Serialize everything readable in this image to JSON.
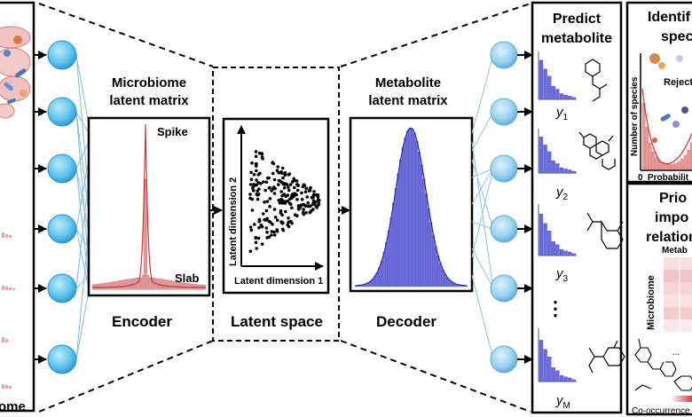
{
  "left_panel": {
    "label_partial": "ome"
  },
  "encoder": {
    "title_line1": "Microbiome",
    "title_line2": "latent matrix",
    "spike_label": "Spike",
    "slab_label": "Slab",
    "section_label": "Encoder"
  },
  "latent": {
    "y_axis_label": "Latent dimension 2",
    "x_axis_label": "Latent dimension 1",
    "section_label": "Latent space"
  },
  "decoder": {
    "title_line1": "Metabolite",
    "title_line2": "latent matrix",
    "section_label": "Decoder"
  },
  "predict": {
    "title_line1": "Predict",
    "title_line2": "metabolite",
    "outputs": [
      {
        "base": "y",
        "sub": "1"
      },
      {
        "base": "y",
        "sub": "2"
      },
      {
        "base": "y",
        "sub": "3"
      },
      {
        "base": "y",
        "sub": "M"
      }
    ],
    "ellipsis": "⋮"
  },
  "identify": {
    "title_line1": "Identif",
    "title_line2": "spec",
    "y_axis_label": "Number of species",
    "x_axis_zero": "0",
    "x_axis_label": "Probabilit",
    "reject_label": "Reject"
  },
  "prior": {
    "title_line1": "Prio",
    "title_line2": "impo",
    "title_line3": "relation",
    "col_label": "Metab",
    "row_label": "Microbiome",
    "dots": "...",
    "legend_label": "Co-occurrence"
  }
}
